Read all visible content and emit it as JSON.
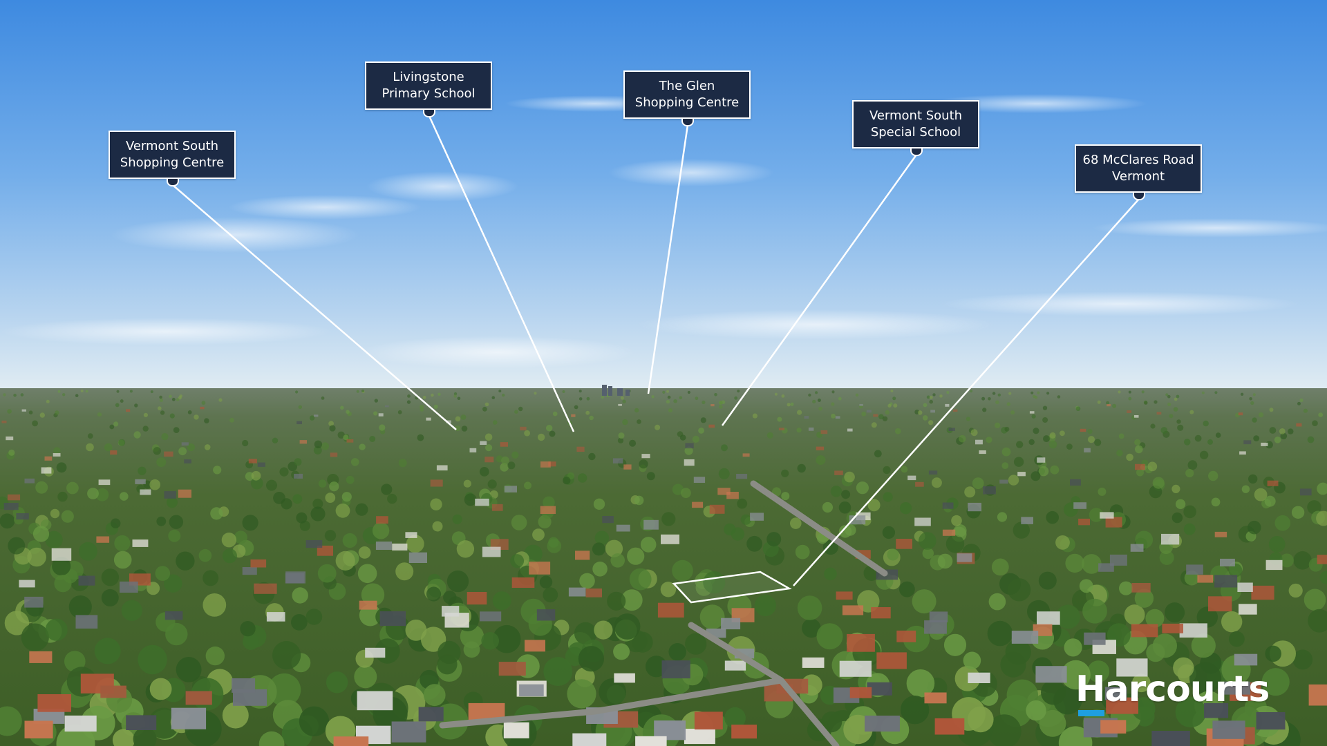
{
  "labels": {
    "vermont_south_shopping": {
      "line1": "Vermont South",
      "line2": "Shopping Centre"
    },
    "livingstone_primary": {
      "line1": "Livingstone",
      "line2": "Primary School"
    },
    "the_glen": {
      "line1": "The Glen",
      "line2": "Shopping Centre"
    },
    "vermont_south_special": {
      "line1": "Vermont South",
      "line2": "Special School"
    },
    "mcclares_road": {
      "line1": "68 McClares Road",
      "line2": "Vermont"
    }
  },
  "brand": {
    "name": "Harcourts"
  },
  "colors": {
    "label_background": "#1c2a44",
    "label_border": "#ffffff",
    "leader_line": "#ffffff",
    "brand_accent": "#1f9fe0",
    "sky_top": "#3f8ee0",
    "sky_horizon": "#dbe8f2",
    "vegetation": "#3f6b2c"
  },
  "icons": {
    "label_pin": "map-pin-icon",
    "property_outline": "property-boundary-icon"
  }
}
